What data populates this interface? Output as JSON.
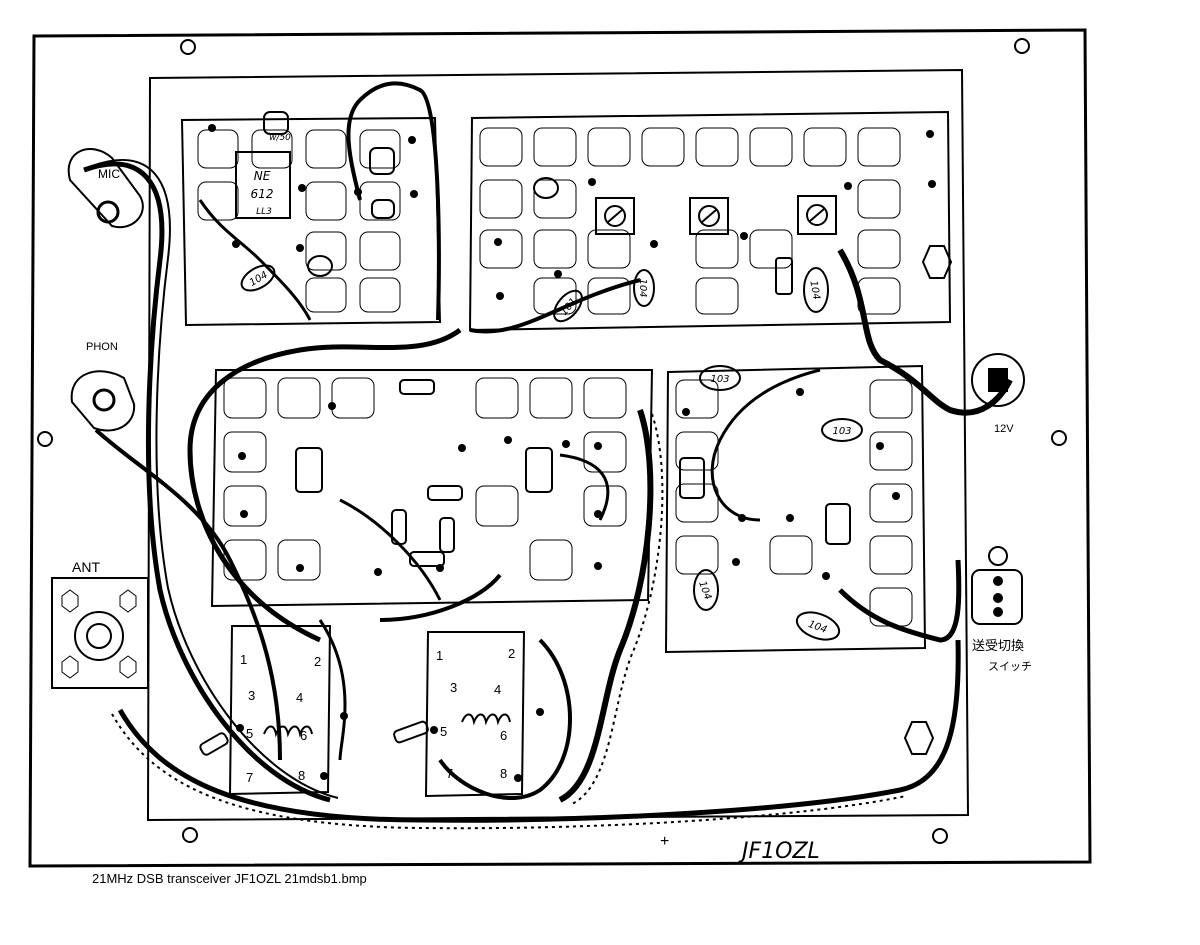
{
  "labels": {
    "mic": "MIC",
    "phon": "PHON",
    "ant": "ANT",
    "v12": "12V",
    "switch_line1": "送受切換",
    "switch_line2": "スイッチ",
    "signature": "JF1OZL",
    "plus": "+"
  },
  "parts": {
    "p1": "104",
    "p2": "101",
    "p3": "104",
    "p4": "104",
    "p5": "103",
    "p6": "103",
    "p7": "104",
    "p8": "104",
    "p9": "NE",
    "p10": "612",
    "p11": "w/50",
    "p12": "LL3"
  },
  "relay_pins": [
    "1",
    "2",
    "3",
    "4",
    "5",
    "6",
    "7",
    "8"
  ],
  "caption": "21MHz DSB transceiver JF1OZL 21mdsb1.bmp"
}
